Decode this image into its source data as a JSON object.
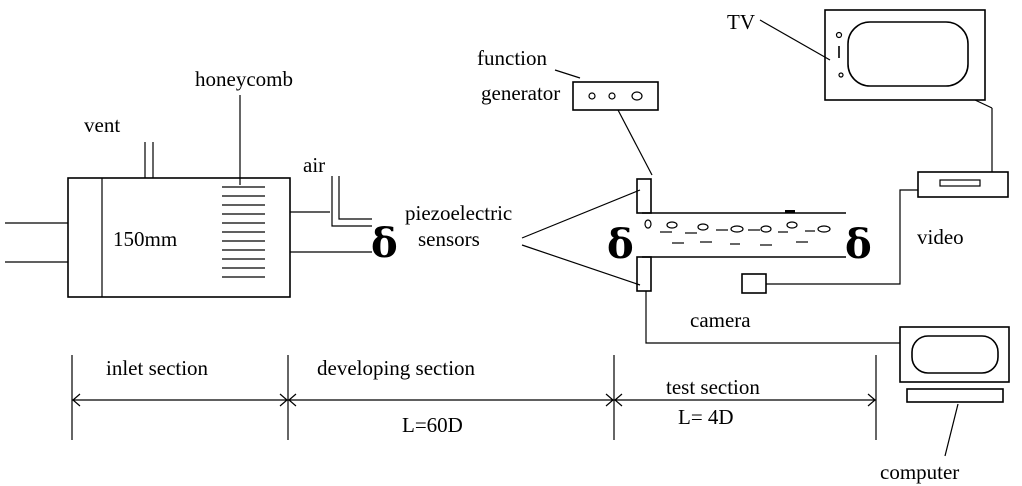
{
  "labels": {
    "tv": "TV",
    "function_generator_line1": "function",
    "function_generator_line2": "generator",
    "honeycomb": "honeycomb",
    "vent": "vent",
    "air": "air",
    "diameter": "150mm",
    "piezo_line1": "piezoelectric",
    "piezo_line2": "sensors",
    "video": "video",
    "camera": "camera",
    "computer": "computer"
  },
  "sections": {
    "inlet": "inlet section",
    "developing": "developing section",
    "developing_length": "L=60D",
    "test": "test section",
    "test_length": "L= 4D"
  },
  "symbols": {
    "tube_end": "δ"
  }
}
